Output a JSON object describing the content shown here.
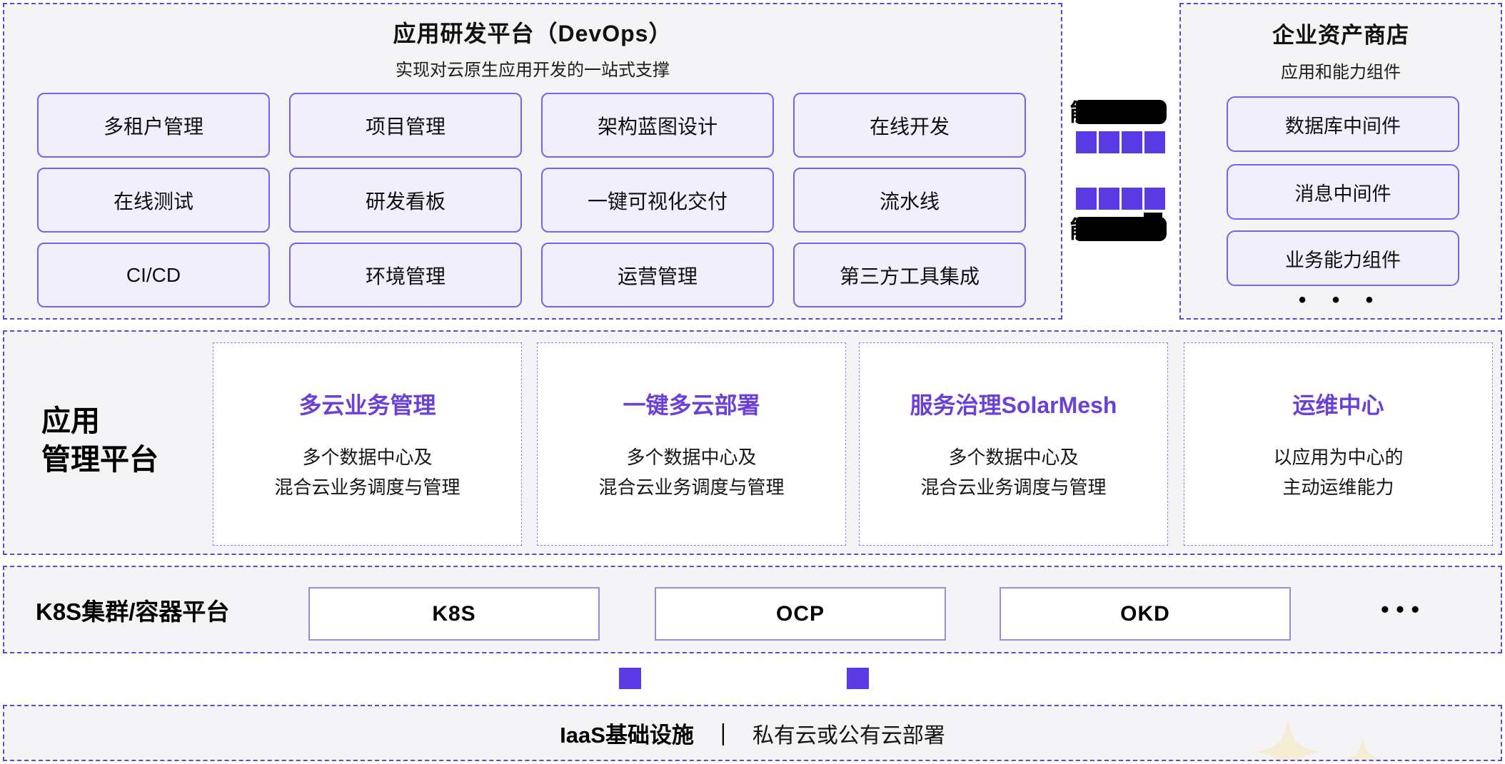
{
  "devops": {
    "title": "应用研发平台（DevOps）",
    "subtitle": "实现对云原生应用开发的一站式支撑",
    "buttons": [
      "多租户管理",
      "项目管理",
      "架构蓝图设计",
      "在线开发",
      "在线测试",
      "研发看板",
      "一键可视化交付",
      "流水线",
      "CI/CD",
      "环境管理",
      "运营管理",
      "第三方工具集成"
    ]
  },
  "connector": {
    "top_redacted_text": "能",
    "bottom_redacted_text": "能",
    "square_color": "#5a3ae2"
  },
  "asset_store": {
    "title": "企业资产商店",
    "subtitle": "应用和能力组件",
    "items": [
      "数据库中间件",
      "消息中间件",
      "业务能力组件"
    ],
    "more_dots": "•  •  •"
  },
  "app_mgmt": {
    "label_line1": "应用",
    "label_line2": "管理平台",
    "cards": [
      {
        "title": "多云业务管理",
        "body_line1": "多个数据中心及",
        "body_line2": "混合云业务调度与管理"
      },
      {
        "title": "一键多云部署",
        "body_line1": "多个数据中心及",
        "body_line2": "混合云业务调度与管理"
      },
      {
        "title": "服务治理SolarMesh",
        "body_line1": "多个数据中心及",
        "body_line2": "混合云业务调度与管理"
      },
      {
        "title": "运维中心",
        "body_line1": "以应用为中心的",
        "body_line2": "主动运维能力"
      }
    ]
  },
  "k8s": {
    "label": "K8S集群/容器平台",
    "boxes": [
      "K8S",
      "OCP",
      "OKD"
    ],
    "more_dots": "•••"
  },
  "iaas": {
    "label_bold": "IaaS基础设施",
    "divider": "｜",
    "label_text": "私有云或公有云部署"
  },
  "colors": {
    "section_bg": "#f4f4f7",
    "dashed_border": "#5f49c8",
    "chip_bg": "#f1effc",
    "chip_border": "#7c5ff0",
    "accent_square": "#5a3ae2",
    "card_title": "#6b40d8",
    "k8s_box_border": "#9c8bdf",
    "sparkle": "#f5ecd6"
  }
}
